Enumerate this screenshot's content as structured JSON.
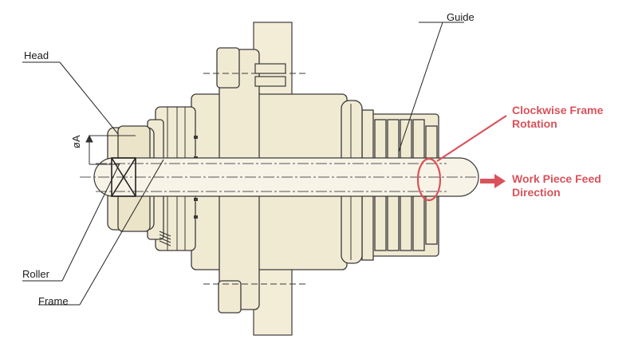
{
  "labels": {
    "head": "Head",
    "guide": "Guide",
    "roller": "Roller",
    "frame": "Frame",
    "diameter": "øA"
  },
  "annotations": {
    "rotation_line1": "Clockwise Frame",
    "rotation_line2": "Rotation",
    "feed_line1": "Work Piece Feed",
    "feed_line2": "Direction"
  },
  "colors": {
    "body": "#f1ead3",
    "outline": "#3a3a3a",
    "annotation": "#d9525b"
  },
  "icons": {
    "feed_arrow": "right-arrow-icon",
    "rotation_marker": "ellipse-icon"
  }
}
